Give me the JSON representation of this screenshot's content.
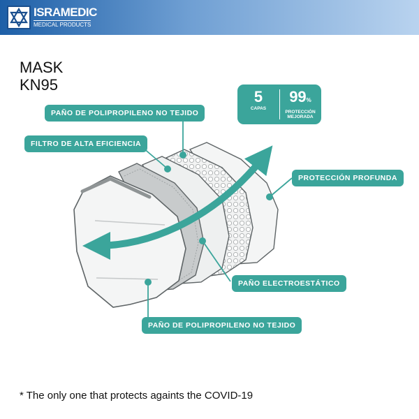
{
  "brand": {
    "name": "ISRAMEDIC",
    "tagline": "MEDICAL PRODUCTS"
  },
  "title": {
    "line1": "MASK",
    "line2": "KN95"
  },
  "stats": {
    "layers_value": "5",
    "layers_label": "CAPAS",
    "protection_value": "99",
    "protection_unit": "%",
    "protection_label_1": "PROTECCIÓN",
    "protection_label_2": "MEJORADA"
  },
  "labels": {
    "top_fabric": "PAÑO DE POLIPROPILENO NO TEJIDO",
    "filter": "FILTRO DE ALTA EFICIENCIA",
    "deep_protection": "PROTECCIÓN PROFUNDA",
    "electrostatic": "PAÑO ELECTROESTÁTICO",
    "bottom_fabric": "PAÑO DE POLIPROPILENO NO TEJIDO"
  },
  "footnote": "* The only one that protects againts the COVID-19",
  "colors": {
    "accent": "#3ba59b",
    "header_start": "#1d5fa7",
    "header_end": "#b9d3ef",
    "mask_outline": "#5e6466",
    "mask_light": "#f4f5f5",
    "mask_gray": "#c8cbcc"
  },
  "icons": {
    "logo": "star-of-david-icon",
    "arrow": "curved-double-arrow-icon"
  }
}
